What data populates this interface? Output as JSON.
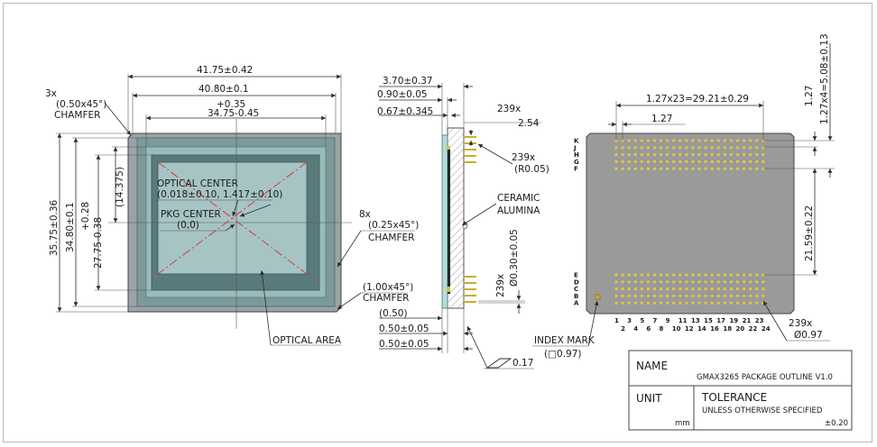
{
  "front_view": {
    "dims": {
      "w_outer": "41.75±0.42",
      "w_inner": "40.80±0.1",
      "w_die_tol_top": "+0.35",
      "w_die": "34.75-0.45",
      "h_outer": "35.75±0.36",
      "h_inner": "34.80±0.1",
      "h_die_tol": "+0.28",
      "h_die": "27.75-0.38",
      "offset": "(14.375)"
    },
    "labels": {
      "chamfer_count": "3x",
      "chamfer_val": "(0.50x45°)",
      "chamfer_word": "CHAMFER",
      "optical_center": "OPTICAL CENTER",
      "optical_center_val": "(0.018±0.10,  1.417±0.10)",
      "pkg_center": "PKG CENTER",
      "pkg_center_val": "(0,0)",
      "chamfer2_count": "8x",
      "chamfer2_val": "(0.25x45°)",
      "chamfer2_word": "CHAMFER",
      "chamfer3_val": "(1.00x45°)",
      "chamfer3_word": "CHAMFER",
      "optical_area": "OPTICAL AREA"
    }
  },
  "side_view": {
    "dims": {
      "t1": "3.70±0.37",
      "t2": "0.90±0.05",
      "t3": "0.67±0.345",
      "pitch_count": "239x",
      "pitch": "2.54",
      "radius_count": "239x",
      "radius": "(R0.05)",
      "pin_count": "239x",
      "pin_dia": "Ø0.30±0.05",
      "b1": "(0.50)",
      "b2": "0.50±0.05",
      "b3": "0.50±0.05",
      "flat": "0.17"
    },
    "labels": {
      "ceramic": "CERAMIC",
      "alumina": "ALUMINA"
    }
  },
  "bottom_view": {
    "dims": {
      "span": "1.27x23=29.21±0.29",
      "pitch_x": "1.27",
      "pitch_y": "1.27",
      "span_y": "1.27x4=5.08±0.13",
      "row_gap": "21.59±0.22",
      "pad_count": "239x",
      "pad_dia": "Ø0.97"
    },
    "rows_top": [
      "K",
      "J",
      "H",
      "G",
      "F"
    ],
    "rows_bottom": [
      "E",
      "D",
      "C",
      "B",
      "A"
    ],
    "cols_odd": [
      "1",
      "3",
      "5",
      "7",
      "9",
      "11",
      "13",
      "15",
      "17",
      "19",
      "21",
      "23"
    ],
    "cols_even": [
      "2",
      "4",
      "6",
      "8",
      "10",
      "12",
      "14",
      "16",
      "18",
      "20",
      "22",
      "24"
    ],
    "labels": {
      "index_mark": "INDEX MARK",
      "index_val": "(□0.97)"
    }
  },
  "title_block": {
    "name_label": "NAME",
    "name_value": "GMAX3265 PACKAGE OUTLINE V1.0",
    "unit_label": "UNIT",
    "unit_value": "mm",
    "tol_label": "TOLERANCE",
    "tol_desc": "UNLESS OTHERWISE SPECIFIED",
    "tol_value": "±0.20"
  }
}
